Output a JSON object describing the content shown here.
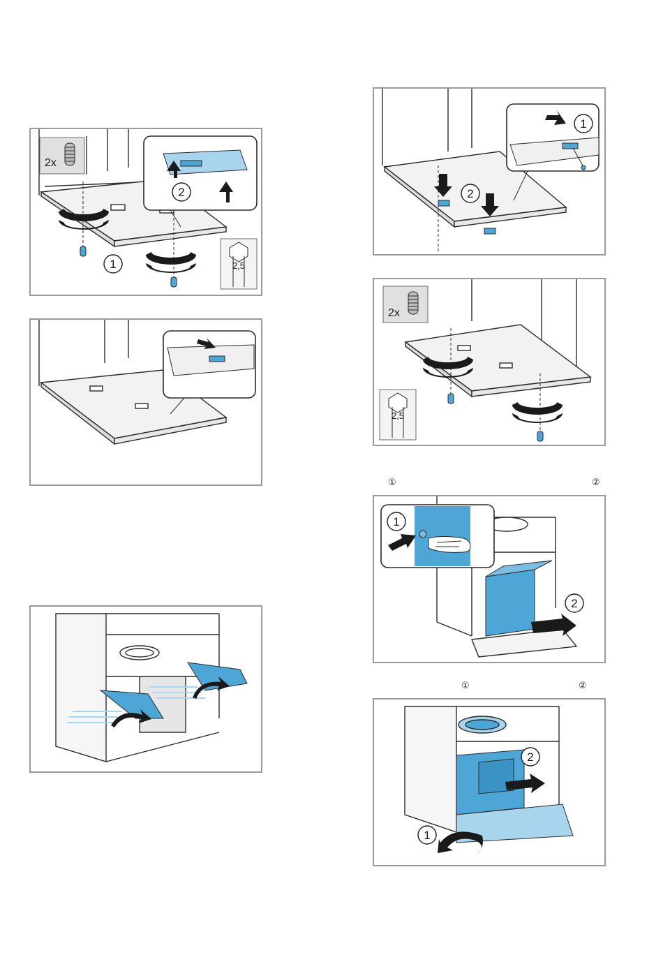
{
  "colors": {
    "frame": "#9a9a9a",
    "line": "#2a2a2a",
    "accent_blue": "#4da6d6",
    "light_blue": "#a8d4ee",
    "gray_fill": "#d8d8d8"
  },
  "figures": {
    "fig_a": {
      "screws_count": "2x",
      "tool_size": "2,5",
      "step1": "1",
      "step2": "2"
    },
    "fig_b": {},
    "fig_c": {
      "step1": "1",
      "step2": "2"
    },
    "fig_d": {
      "screws_count": "2x",
      "tool_size": "2,5"
    },
    "fig_e": {
      "step1": "1",
      "step2": "2"
    },
    "fig_f": {
      "step1": "1",
      "step2": "2"
    },
    "fig_g": {}
  },
  "step_markers": {
    "row_e": {
      "left": "①",
      "right": "②"
    },
    "row_f": {
      "left": "①",
      "right": "②"
    }
  },
  "icons": [
    "screw-icon",
    "hex-key-icon",
    "rotate-arrow-icon",
    "push-arrow-icon",
    "hand-icon"
  ]
}
